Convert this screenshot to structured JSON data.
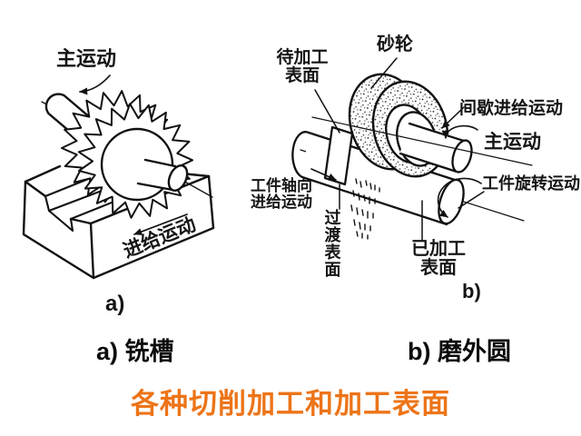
{
  "title": {
    "text": "各种切削加工和加工表面",
    "color": "#ED7418"
  },
  "figure_a": {
    "caption": "a) 铣槽",
    "sub_label": "a)",
    "labels": {
      "main_motion": "主运动",
      "feed_motion": "进给运动"
    }
  },
  "figure_b": {
    "caption": "b) 磨外圆",
    "sub_label": "b)",
    "labels": {
      "grinding_wheel": "砂轮",
      "surface_to_be_machined_l1": "待加工",
      "surface_to_be_machined_l2": "表面",
      "intermittent_feed_motion": "间歇进给运动",
      "main_motion": "主运动",
      "workpiece_rotation_motion": "工件旋转运动",
      "workpiece_axial_feed_l1": "工件轴向",
      "workpiece_axial_feed_l2": "进给运动",
      "transition_surface": "过渡表面",
      "machined_surface_l1": "已加工",
      "machined_surface_l2": "表面"
    }
  }
}
